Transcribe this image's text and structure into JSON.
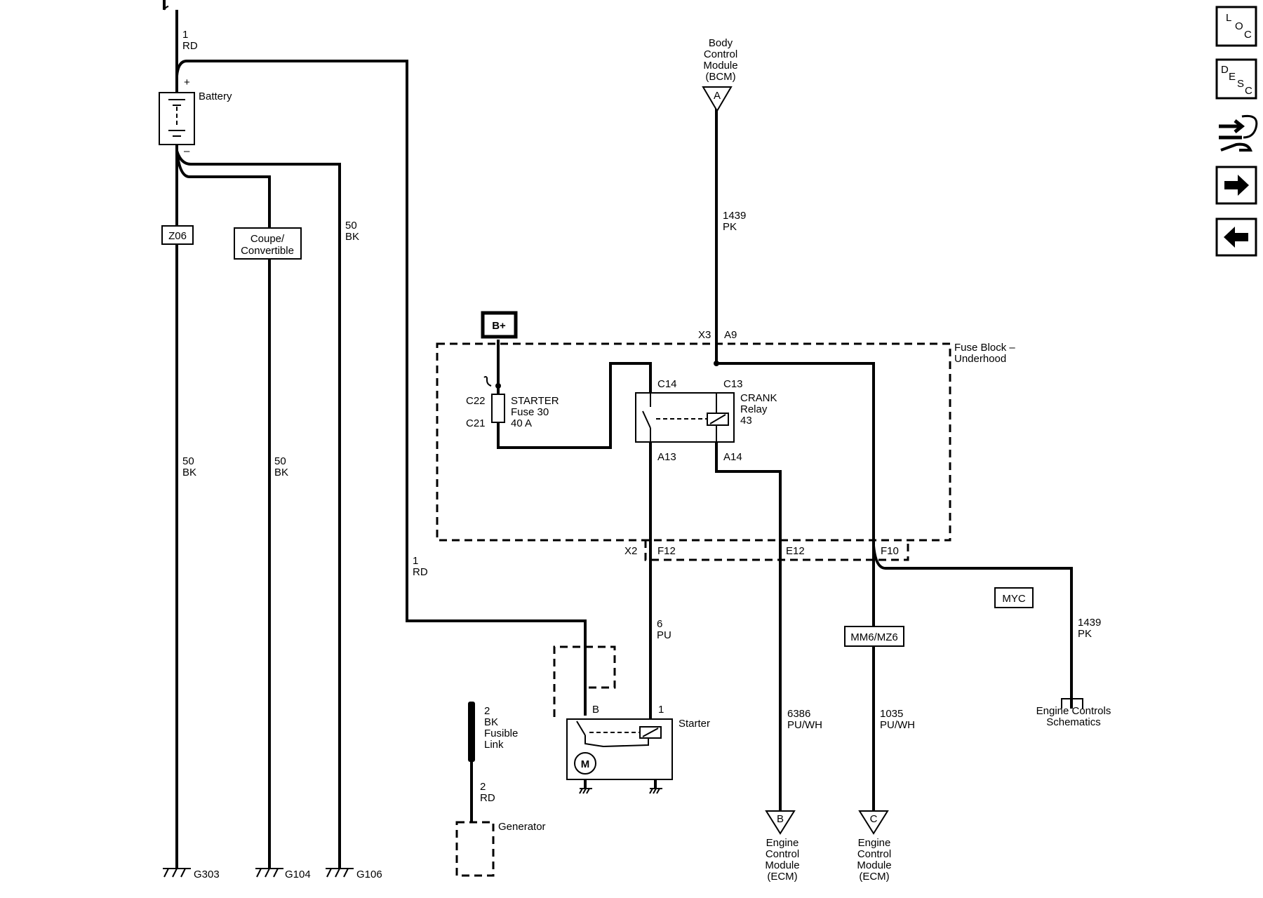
{
  "wires": {
    "battery_pos": [
      "1",
      "RD"
    ],
    "battery_to_starter": [
      "1",
      "RD"
    ],
    "ground_g303": [
      "50",
      "BK"
    ],
    "ground_g104": [
      "50",
      "BK"
    ],
    "ground_g106": [
      "50",
      "BK"
    ],
    "bcm_circuit": [
      "1439",
      "PK"
    ],
    "starter_control": [
      "6",
      "PU"
    ],
    "ecm_b": [
      "6386",
      "PU/WH"
    ],
    "ecm_c": [
      "1035",
      "PU/WH"
    ],
    "engine_controls": [
      "1439",
      "PK"
    ],
    "fusible_link": [
      "2",
      "BK",
      "Fusible",
      "Link"
    ],
    "generator": [
      "2",
      "RD"
    ]
  },
  "components": {
    "battery": "Battery",
    "battery_plus": "+",
    "battery_minus": "–",
    "option_z06": "Z06",
    "option_coupe": [
      "Coupe/",
      "Convertible"
    ],
    "b_plus": "B+",
    "fuse": [
      "STARTER",
      "Fuse 30",
      "40 A"
    ],
    "fuse_block": [
      "Fuse Block –",
      "Underhood"
    ],
    "relay": [
      "CRANK",
      "Relay",
      "43"
    ],
    "starter": "Starter",
    "motor": "M",
    "generator": "Generator",
    "option_mm6": "MM6/MZ6",
    "option_myc": "MYC",
    "engine_controls": [
      "Engine Controls",
      "Schematics"
    ]
  },
  "modules": {
    "bcm": {
      "letter": "A",
      "lines": [
        "Body",
        "Control",
        "Module",
        "(BCM)"
      ]
    },
    "ecm_b": {
      "letter": "B",
      "lines": [
        "Engine",
        "Control",
        "Module",
        "(ECM)"
      ]
    },
    "ecm_c": {
      "letter": "C",
      "lines": [
        "Engine",
        "Control",
        "Module",
        "(ECM)"
      ]
    }
  },
  "connectors": {
    "x3": "X3",
    "a9": "A9",
    "c22": "C22",
    "c21": "C21",
    "c14": "C14",
    "c13": "C13",
    "a13": "A13",
    "a14": "A14",
    "x2": "X2",
    "f12": "F12",
    "e12": "E12",
    "f10": "F10",
    "starter_b": "B",
    "starter_1": "1"
  },
  "grounds": {
    "g303": "G303",
    "g104": "G104",
    "g106": "G106"
  },
  "nav": {
    "loc": [
      "L",
      "O",
      "C"
    ],
    "desc": [
      "D",
      "E",
      "S",
      "C"
    ]
  }
}
